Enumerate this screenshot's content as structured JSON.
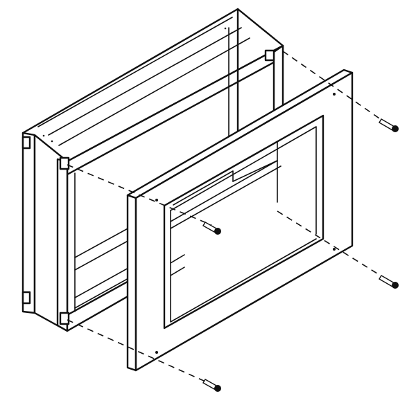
{
  "diagram": {
    "parts": [
      {
        "id": "frame-box",
        "kind": "open rectangular wooden frame"
      },
      {
        "id": "face-plate",
        "kind": "flat faceplate with rectangular cutout"
      },
      {
        "id": "screws",
        "kind": "mounting screws",
        "count": 4
      }
    ],
    "colors": {
      "line": "#111111",
      "background": "#ffffff"
    }
  }
}
